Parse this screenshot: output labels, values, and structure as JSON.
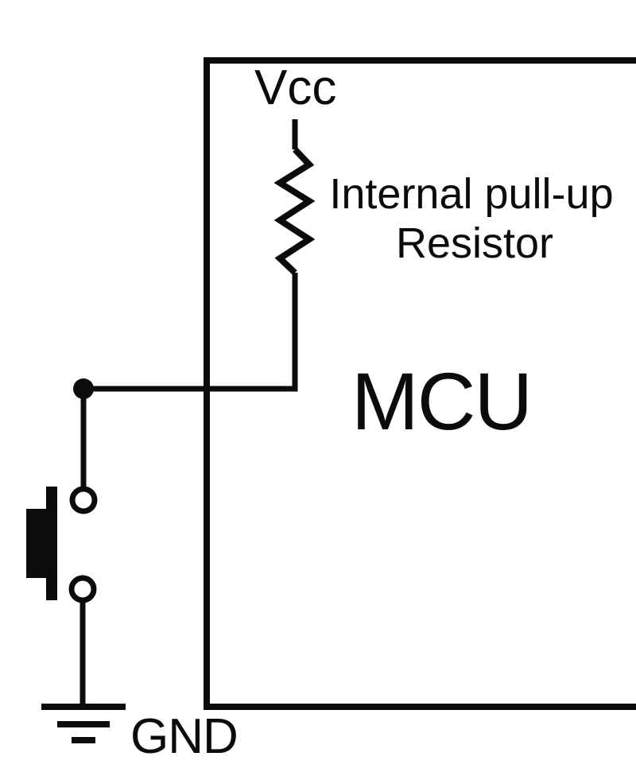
{
  "diagram": {
    "type": "circuit-schematic",
    "labels": {
      "vcc": "Vcc",
      "pullup_line1": "Internal pull-up",
      "pullup_line2": "Resistor",
      "mcu": "MCU",
      "gnd": "GND"
    },
    "symbols": {
      "resistor": "zigzag-resistor-symbol",
      "pushbutton": "normally-open-pushbutton-symbol",
      "ground": "earth-ground-symbol",
      "junction": "wire-junction-dot"
    },
    "colors": {
      "ink": "#0b0b0b",
      "background": "#ffffff"
    }
  }
}
